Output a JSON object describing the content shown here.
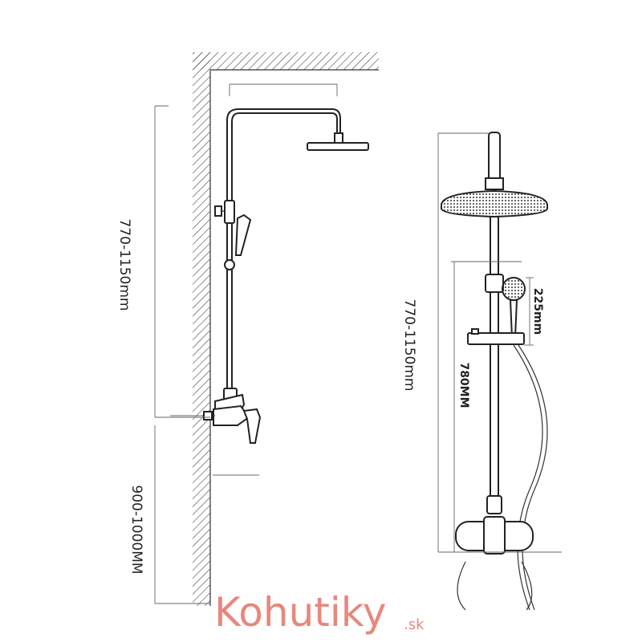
{
  "left_view": {
    "height_label": "770-1150mm",
    "mixer_height_label": "900-1000MM"
  },
  "right_view": {
    "height_label": "770-1150mm",
    "slide_label": "780MM",
    "handshower_label": "225mm"
  },
  "logo": {
    "name": "Kohutiky",
    "tld": ".sk",
    "color": "#e8877d"
  }
}
